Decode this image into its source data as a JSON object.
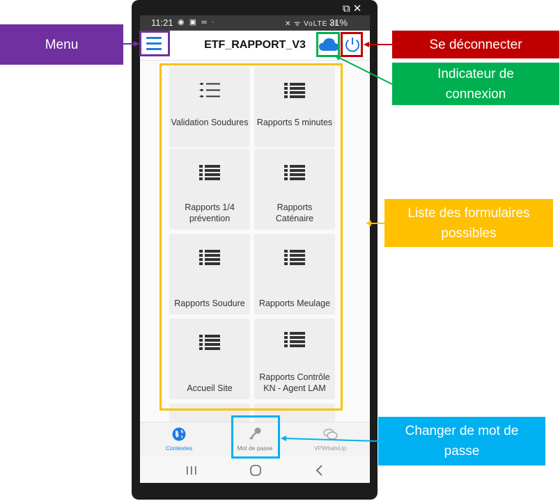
{
  "device": {
    "status_bar": {
      "time": "11:21",
      "left_icons": "◉ ▣ ∞ ·",
      "right_icons": "✕ ᯤ VoLTE ıll",
      "battery": "31%"
    },
    "top_icons": "⧉✕"
  },
  "app": {
    "title": "ETF_RAPPORT_V3",
    "forms": [
      {
        "label": "Validation Soudures",
        "icon": "checklist-icon"
      },
      {
        "label": "Rapports 5 minutes",
        "icon": "list-icon"
      },
      {
        "label": "Rapports 1/4 prévention",
        "icon": "list-icon"
      },
      {
        "label": "Rapports Caténaire",
        "icon": "list-icon"
      },
      {
        "label": "Rapports Soudure",
        "icon": "list-icon"
      },
      {
        "label": "Rapports Meulage",
        "icon": "list-icon"
      },
      {
        "label": "Accueil Site",
        "icon": "list-icon"
      },
      {
        "label": "Rapports Contrôle KN - Agent LAM",
        "icon": "list-icon"
      }
    ],
    "bottom_nav": [
      {
        "label": "Contextes",
        "icon": "globe-icon",
        "active": true
      },
      {
        "label": "Mot de passe",
        "icon": "key-icon",
        "active": false
      },
      {
        "label": "VPWhatsUp",
        "icon": "chat-icon",
        "active": false
      }
    ]
  },
  "annotations": {
    "menu": "Menu",
    "logout": "Se déconnecter",
    "connection": "Indicateur de connexion",
    "forms": "Liste des formulaires possibles",
    "password": "Changer de mot de passe"
  },
  "colors": {
    "menu": "#7030a0",
    "logout": "#c00000",
    "connection": "#00b050",
    "forms": "#ffc000",
    "password": "#00b0f0",
    "accent_blue": "#1f7ae0"
  }
}
